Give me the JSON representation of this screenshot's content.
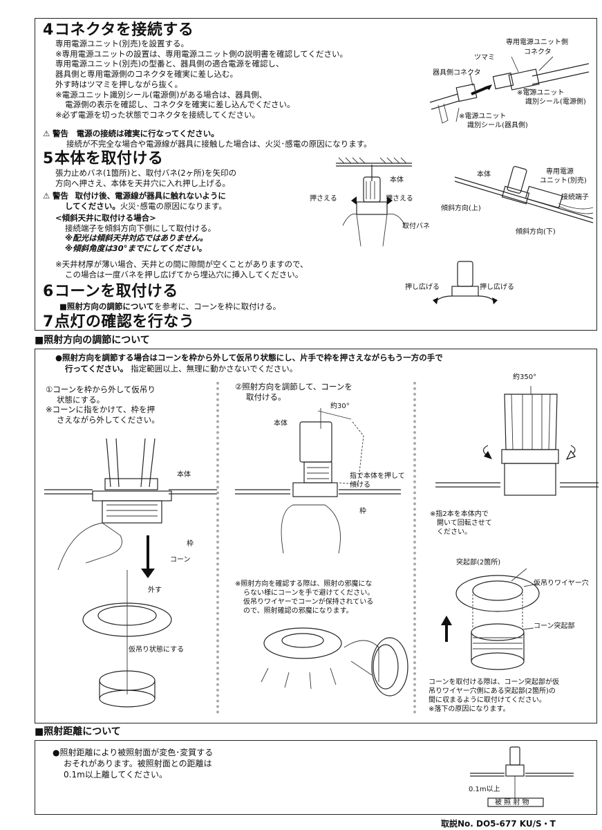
{
  "step4": {
    "num": "4",
    "title": "コネクタを接続する",
    "lines": [
      "専用電源ユニット(別売)を設置する。",
      "※専用電源ユニットの設置は、専用電源ユニット側の説明書を確認してください。",
      "専用電源ユニット(別売)の型番と、器具側の適合電源を確認し、",
      "器具側と専用電源側のコネクタを確実に差し込む。",
      "外す時はツマミを押しながら抜く。",
      "※電源ユニット識別シール(電源側)がある場合は、器具側、",
      "電源側の表示を確認し、コネクタを確実に差し込んでください。",
      "※必ず電源を切った状態でコネクタを接続してください。"
    ],
    "warning_label": "警告",
    "warning_bold": "電源の接続は確実に行なってください。",
    "warning_text": "接続が不完全な場合や電源線が器具に接触した場合は、火災･感電の原因になります。",
    "fig_labels": {
      "unit_connector": "専用電源ユニット側",
      "unit_connector2": "コネクタ",
      "knob": "ツマミ",
      "fixture_connector": "器具側コネクタ",
      "seal_power1": "※電源ユニット",
      "seal_power2": "識別シール(電源側)",
      "seal_fixture1": "※電源ユニット",
      "seal_fixture2": "識別シール(器具側)"
    }
  },
  "step5": {
    "num": "5",
    "title": "本体を取付ける",
    "lines": [
      "張力止めバネ(1箇所)と、取付バネ(2ヶ所)を矢印の",
      "方向へ押さえ、本体を天井穴に入れ押し上げる。"
    ],
    "warning_label": "警告",
    "warning_bold1": "取付け後、電源線が器具に触れないように",
    "warning_bold2": "してください。",
    "warning_text": "火災･感電の原因になります。",
    "slope_heading": "<傾斜天井に取付ける場合>",
    "slope_lines": [
      "接続端子を傾斜方向下側にして取付ける。"
    ],
    "slope_bold": [
      "※配光は傾斜天井対応ではありません。",
      "※傾斜角度は30°までにしてください。"
    ],
    "note_lines": [
      "※天井材厚が薄い場合、天井との間に隙間が空くことがありますので、",
      "この場合は一度バネを押し広げてから埋込穴に挿入してください。"
    ],
    "fig_labels": {
      "body": "本体",
      "press_left": "押さえる",
      "press_right": "押さえる",
      "spring": "取付バネ",
      "body2": "本体",
      "power_unit1": "専用電源",
      "power_unit2": "ユニット(別売)",
      "terminal": "接続端子",
      "slope_up": "傾斜方向(上)",
      "slope_down": "傾斜方向(下)"
    }
  },
  "step6": {
    "num": "6",
    "title": "コーンを取付ける",
    "line_bold": "■照射方向の調節について",
    "line_rest": "を参考に、コーンを枠に取付ける。",
    "fig_labels": {
      "spread_left": "押し広げる",
      "spread_right": "押し広げる"
    }
  },
  "step7": {
    "num": "7",
    "title": "点灯の確認を行なう"
  },
  "direction": {
    "title": "■照射方向の調節について",
    "intro_bold1": "●照射方向を調節する場合はコーンを枠から外して仮吊り状態にし、片手で枠を押さえながらもう一方の手で",
    "intro_bold2": "行ってください。",
    "intro_rest": "指定範囲以上、無理に動かさないでください。",
    "col1": {
      "lines": [
        "①コーンを枠から外して仮吊り",
        "状態にする。"
      ],
      "note": [
        "※コーンに指をかけて、枠を押",
        "さえながら外してください。"
      ],
      "labels": {
        "body": "本体",
        "frame": "枠",
        "cone": "コーン",
        "remove": "外す",
        "hang": "仮吊り状態にする"
      }
    },
    "col2": {
      "lines": [
        "②照射方向を調節して、コーンを",
        "取付ける。"
      ],
      "labels": {
        "angle": "約30°",
        "body": "本体",
        "push1": "指で本体を押して",
        "push2": "傾ける",
        "frame": "枠"
      },
      "note": [
        "※照射方向を確認する際は、照射の邪魔にな",
        "らない様にコーンを手で避けてください。",
        "仮吊りワイヤーでコーンが保持されている",
        "ので、照射確認の邪魔になります。"
      ]
    },
    "col3": {
      "labels": {
        "rotation": "約350°",
        "note1": "※指2本を本体内で",
        "note2": "開いて回転させて",
        "note3": "ください。",
        "protrusion": "突起部(2箇所)",
        "wire_hole": "仮吊りワイヤー穴",
        "cone_protrusion": "コーン突起部"
      },
      "note": [
        "コーンを取付ける際は、コーン突起部が仮",
        "吊りワイヤー穴側にある突起部(2箇所)の",
        "間に収まるように取付けてください。",
        "※落下の原因になります。"
      ]
    }
  },
  "distance": {
    "title": "■照射距離について",
    "lines": [
      "●照射距離により被照射面が変色･変質する",
      "おそれがあります。被照射面との距離は",
      "0.1m以上離してください。"
    ],
    "fig_labels": {
      "dist": "0.1m以上",
      "object": "被 照 射 物"
    }
  },
  "footer": {
    "doc_no": "取説No. DO5-677 KU/S・T"
  }
}
